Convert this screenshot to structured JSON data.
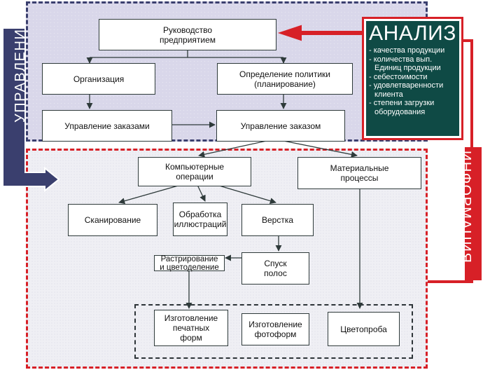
{
  "regions": {
    "management_label": "УПРАВЛЕНИЕ",
    "information_label": "ИНФОРМАЦИЯ"
  },
  "nodes": {
    "leadership": "Руководство\nпредприятием",
    "organization": "Организация",
    "policy": "Определение политики\n(планирование)",
    "order_management": "Управление заказами",
    "single_order_management": "Управление заказом",
    "computer_operations": "Компьютерные\nоперации",
    "material_processes": "Материальные\nпроцессы",
    "scanning": "Сканирование",
    "illustration_processing": "Обработка\nиллюстраций",
    "layout": "Верстка",
    "imposition": "Спуск\nполос",
    "screening": "Растрирование\nи цветоделение",
    "printing_plates": "Изготовление\nпечатных\nформ",
    "photoforms": "Изготовление\nфотоформ",
    "color_proof": "Цветопроба"
  },
  "analysis": {
    "title": "АНАЛИЗ",
    "items": [
      "качества продукции",
      "количества вып. Единиц продукции",
      "себестоимости",
      "удовлетваренности клиента",
      "степени загрузки оборудования"
    ]
  },
  "colors": {
    "management_bg": "#d9d7ea",
    "management_border": "#3a3f6e",
    "production_border": "#d72027",
    "analysis_bg": "#0f4a45",
    "accent_red": "#d72027"
  }
}
